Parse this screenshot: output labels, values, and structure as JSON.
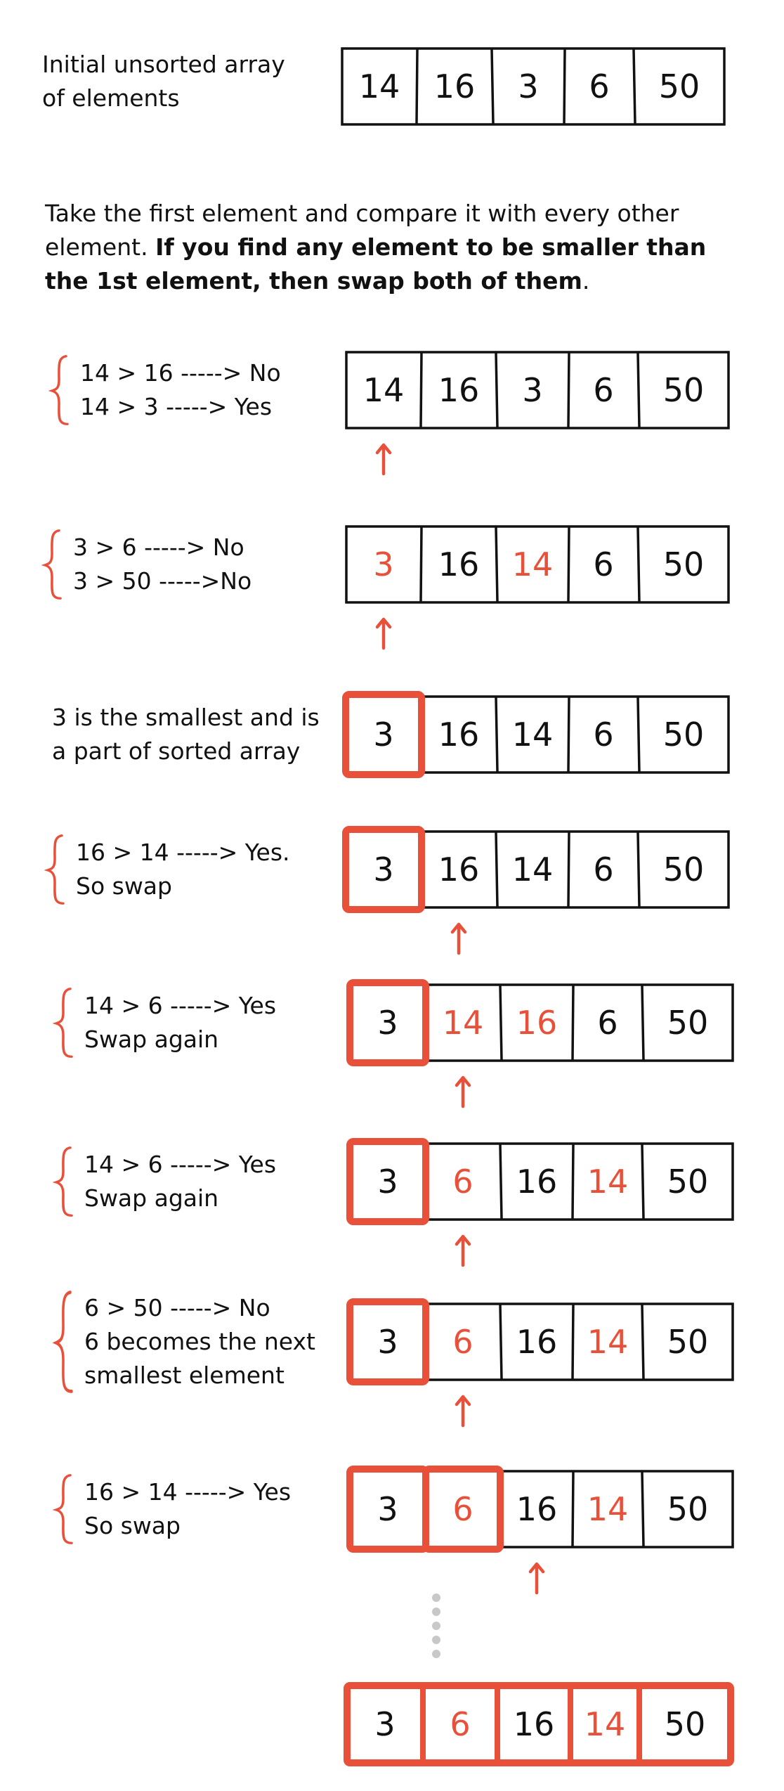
{
  "colors": {
    "accent": "#e8503a",
    "ink": "#111111",
    "dots": "#c8c8c8"
  },
  "initial": {
    "label_lines": [
      "Initial unsorted array",
      "of elements"
    ],
    "values": [
      "14",
      "16",
      "3",
      "6",
      "50"
    ]
  },
  "intro": {
    "text_plain": "Take the first element and compare it with every other element. ",
    "text_bold": "If you find any element to be smaller than the 1st element, then swap both of them",
    "text_end": "."
  },
  "steps": [
    {
      "lines": [
        "14 > 16 -----> No",
        "14 > 3 -----> Yes"
      ],
      "brace": true,
      "values": [
        "14",
        "16",
        "3",
        "6",
        "50"
      ],
      "red": [],
      "sorted": 0,
      "arrow": 0
    },
    {
      "lines": [
        "3 > 6 -----> No",
        "3 > 50 ----->No"
      ],
      "brace": true,
      "values": [
        "3",
        "16",
        "14",
        "6",
        "50"
      ],
      "red": [
        0,
        2
      ],
      "sorted": 0,
      "arrow": 0
    },
    {
      "lines": [
        "3 is the smallest and is",
        "a part of sorted array"
      ],
      "brace": false,
      "values": [
        "3",
        "16",
        "14",
        "6",
        "50"
      ],
      "red": [],
      "sorted": 1,
      "arrow": null
    },
    {
      "lines": [
        "16 > 14 -----> Yes.",
        "So swap"
      ],
      "brace": true,
      "values": [
        "3",
        "16",
        "14",
        "6",
        "50"
      ],
      "red": [],
      "sorted": 1,
      "arrow": 1
    },
    {
      "lines": [
        "14 > 6 -----> Yes",
        "Swap again"
      ],
      "brace": true,
      "values": [
        "3",
        "14",
        "16",
        "6",
        "50"
      ],
      "red": [
        1,
        2
      ],
      "sorted": 1,
      "arrow": 1
    },
    {
      "lines": [
        "14 > 6 -----> Yes",
        "Swap again"
      ],
      "brace": true,
      "values": [
        "3",
        "6",
        "16",
        "14",
        "50"
      ],
      "red": [
        1,
        3
      ],
      "sorted": 1,
      "arrow": 1
    },
    {
      "lines": [
        "6 > 50 -----> No",
        "6 becomes the next",
        "smallest element"
      ],
      "brace": true,
      "values": [
        "3",
        "6",
        "16",
        "14",
        "50"
      ],
      "red": [
        1,
        3
      ],
      "sorted": 1,
      "arrow": 1
    },
    {
      "lines": [
        "16 > 14 -----> Yes",
        "So swap"
      ],
      "brace": true,
      "values": [
        "3",
        "6",
        "16",
        "14",
        "50"
      ],
      "red": [
        1,
        3
      ],
      "sorted": 2,
      "arrow": 2
    }
  ],
  "final": {
    "values": [
      "3",
      "6",
      "16",
      "14",
      "50"
    ],
    "red": [
      1,
      3
    ],
    "sorted": 5
  }
}
